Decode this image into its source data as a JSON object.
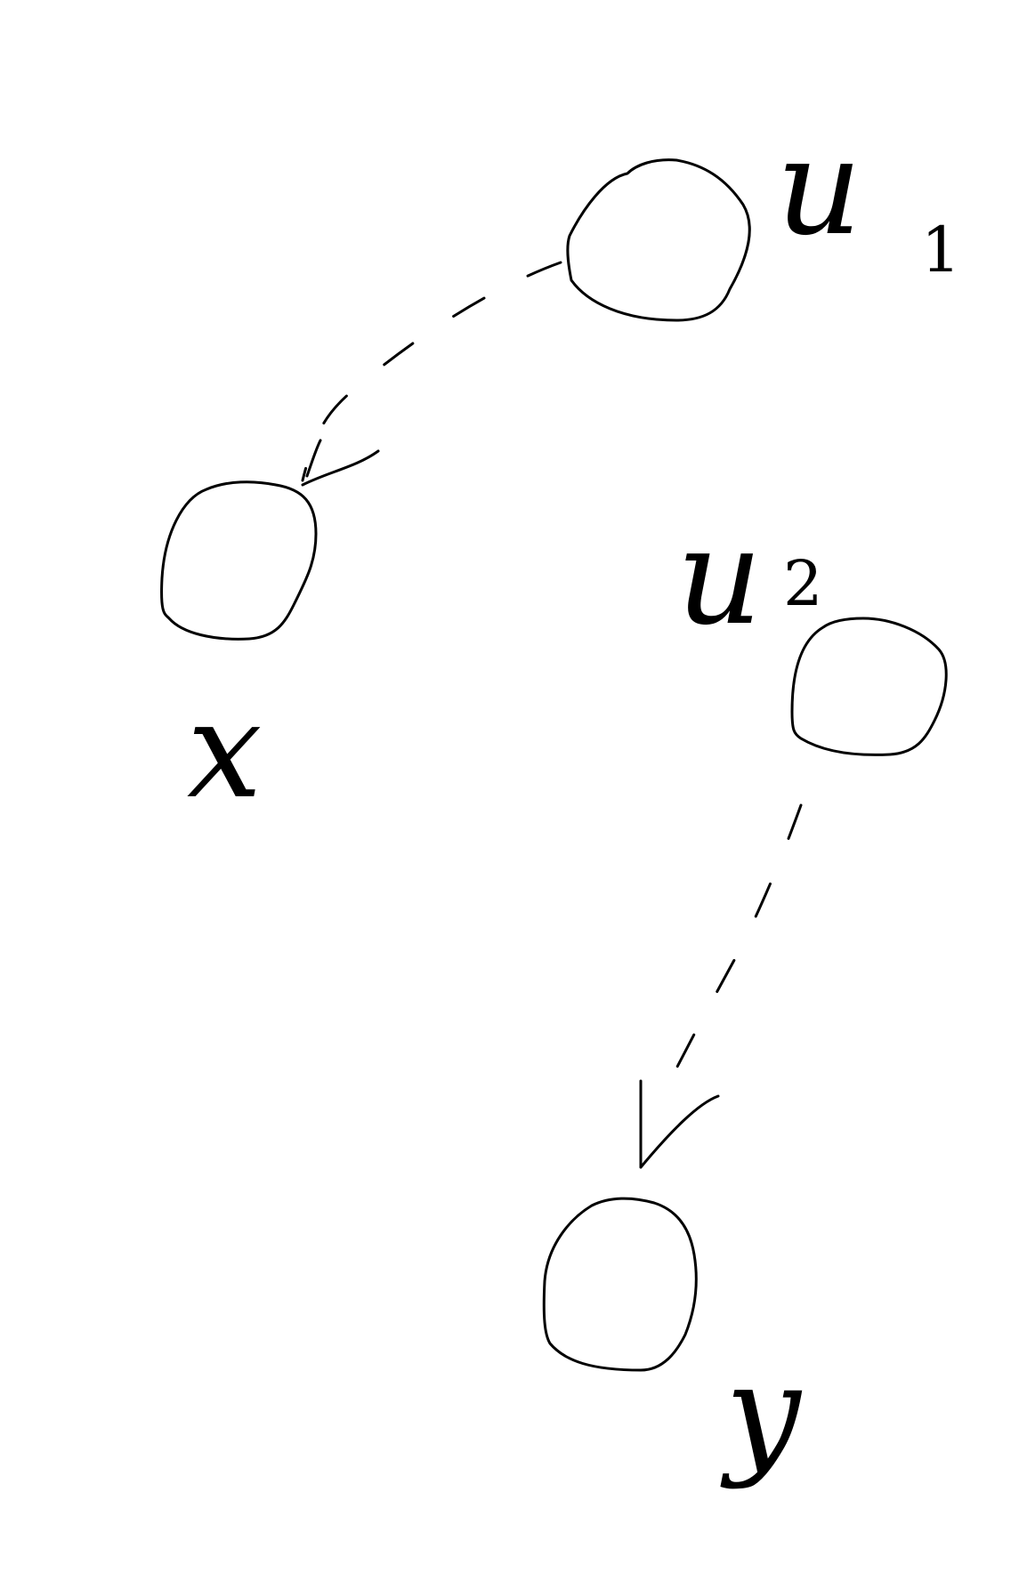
{
  "diagram": {
    "nodes": [
      {
        "id": "u1",
        "label": "u",
        "subscript": "1"
      },
      {
        "id": "x",
        "label": "x",
        "subscript": ""
      },
      {
        "id": "u2",
        "label": "u",
        "subscript": "2"
      },
      {
        "id": "y",
        "label": "y",
        "subscript": ""
      }
    ],
    "edges": [
      {
        "from": "u1",
        "to": "x",
        "style": "dashed"
      },
      {
        "from": "u2",
        "to": "y",
        "style": "dashed"
      }
    ],
    "stroke_color": "#000000",
    "background_color": "#ffffff"
  }
}
